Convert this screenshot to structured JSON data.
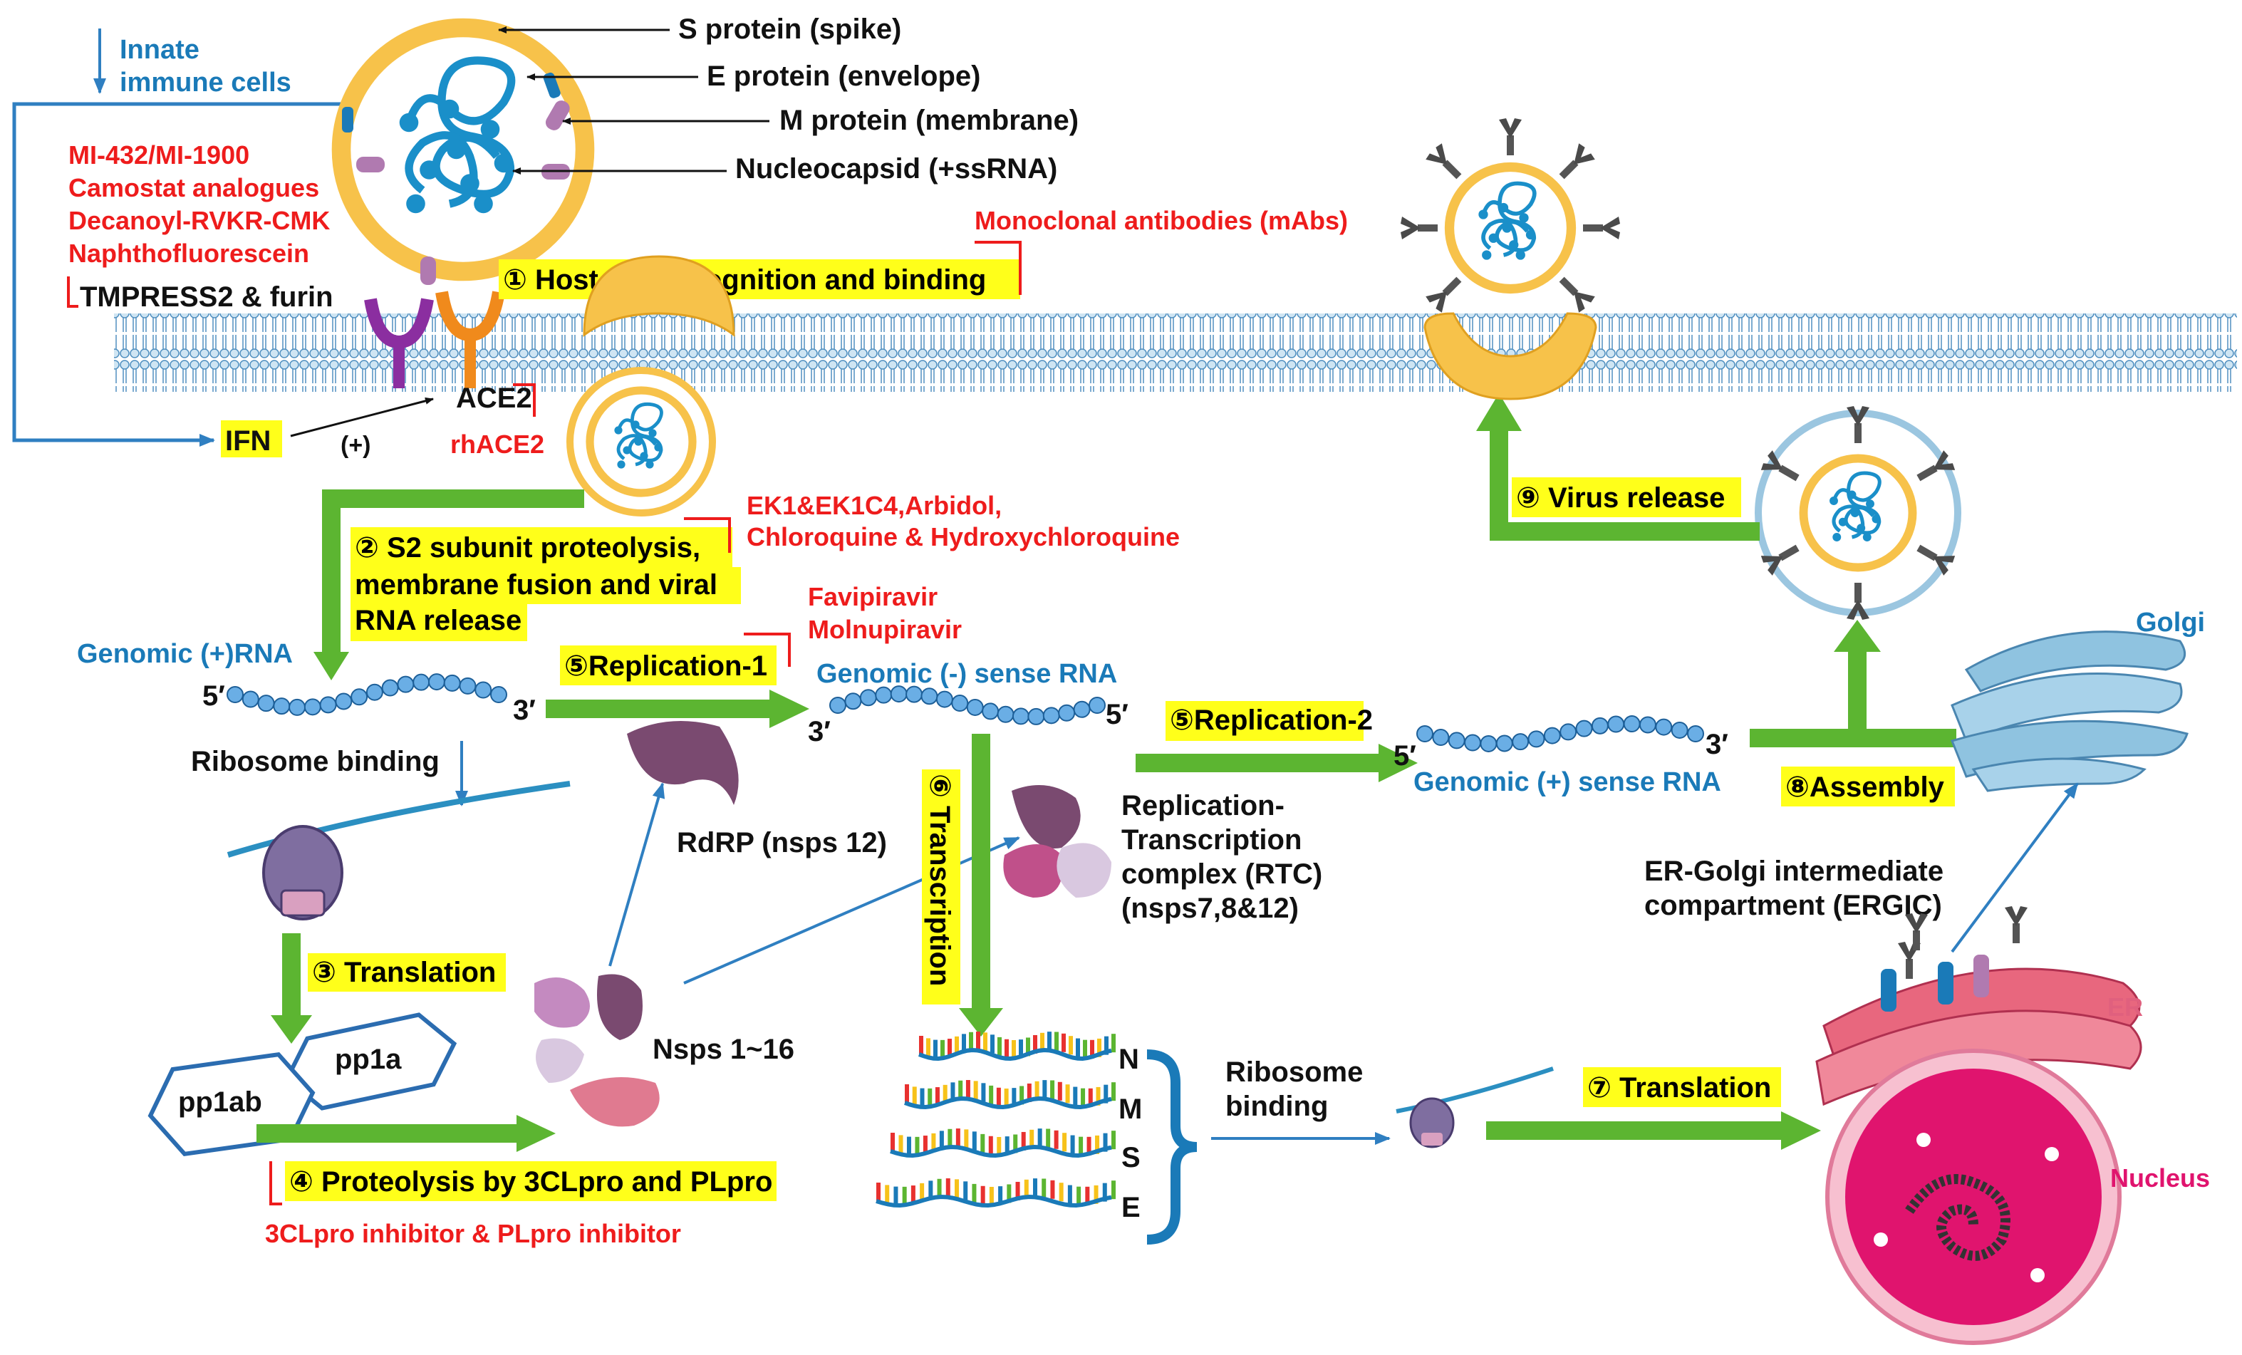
{
  "virion_labels": {
    "spike": "S protein (spike)",
    "envelope": "E protein (envelope)",
    "membrane": "M protein (membrane)",
    "nucleocapsid": "Nucleocapsid  (+ssRNA)"
  },
  "innate": {
    "line1": "Innate",
    "line2": "immune cells"
  },
  "inhibitors": {
    "tmprss": [
      "MI-432/MI-1900",
      "Camostat analogues",
      "Decanoyl-RVKR-CMK",
      "Naphthofluorescein"
    ],
    "mabs": "Monoclonal antibodies (mAbs)",
    "rhace2": "rhACE2",
    "fusion": [
      "EK1&EK1C4,Arbidol,",
      "Chloroquine & Hydroxychloroquine"
    ],
    "rdrp": [
      "Favipiravir",
      "Molnupiravir"
    ],
    "protease": "3CLpro inhibitor & PLpro inhibitor"
  },
  "receptors": {
    "tmprss": "TMPRESS2 & furin",
    "ace2": "ACE2",
    "ifn": "IFN",
    "plus": "(+)"
  },
  "steps": {
    "s1": "① Host cell recognition and binding",
    "s2": [
      "② S2 subunit proteolysis,",
      "membrane fusion and viral",
      "RNA release"
    ],
    "s3": "③ Translation",
    "s4": "④ Proteolysis by 3CLpro and PLpro",
    "s5a": "⑤Replication-1",
    "s5b": "⑤Replication-2",
    "s6": "⑥ Transcription",
    "s7": "⑦ Translation",
    "s8": "⑧Assembly",
    "s9": "⑨ Virus release"
  },
  "rna": {
    "genomic_plus": "Genomic (+)RNA",
    "genomic_minus": "Genomic (-) sense RNA",
    "genomic_plus_sense": "Genomic (+) sense RNA",
    "five": "5′",
    "three": "3′"
  },
  "labels": {
    "ribosome_binding": "Ribosome binding",
    "ribosome_binding2": [
      "Ribosome",
      "binding"
    ],
    "rdrp": "RdRP (nsps 12)",
    "rtc": [
      "Replication-",
      "Transcription",
      "complex (RTC)",
      "(nsps7,8&12)"
    ],
    "pp1a": "pp1a",
    "pp1ab": "pp1ab",
    "nsps": "Nsps 1~16",
    "golgi": "Golgi",
    "ergic": [
      "ER-Golgi intermediate",
      "compartment (ERGIC)"
    ],
    "er": "ER",
    "nucleus": "Nucleus",
    "subgenomic": [
      "N",
      "M",
      "S",
      "E"
    ]
  },
  "colors": {
    "arrow_green": "#5cb531",
    "arrow_blue": "#2f7fc1",
    "inhibitor_red": "#ee1c1c",
    "highlight": "#ffff1a",
    "rna_blue": "#3a8fd4",
    "membrane_blue": "#7fb7de",
    "nucleus_pink": "#e0146e",
    "golgi_blue": "#8fc3e0"
  }
}
